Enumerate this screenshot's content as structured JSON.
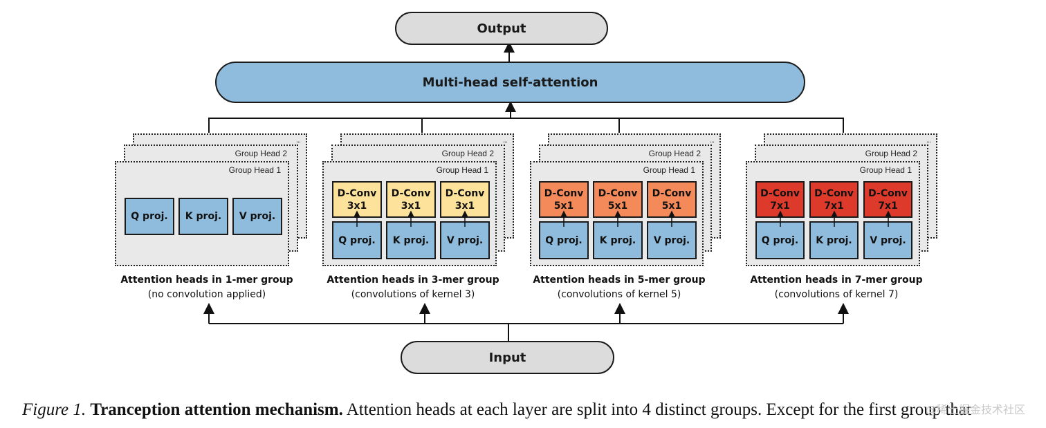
{
  "diagram": {
    "output_label": "Output",
    "mhsa_label": "Multi-head self-attention",
    "input_label": "Input",
    "group_head_1": "Group Head 1",
    "group_head_2": "Group Head 2",
    "ellipsis": "...",
    "groups": [
      {
        "caption_title": "Attention heads in 1-mer group",
        "caption_sub": "(no convolution applied)",
        "q": "Q proj.",
        "k": "K proj.",
        "v": "V proj."
      },
      {
        "caption_title": "Attention heads in 3-mer group",
        "caption_sub": "(convolutions of kernel 3)",
        "conv_name": "D-Conv",
        "conv_size": "3x1",
        "q": "Q proj.",
        "k": "K proj.",
        "v": "V proj.",
        "conv_color": "#fce29b"
      },
      {
        "caption_title": "Attention heads in 5-mer group",
        "caption_sub": "(convolutions of kernel 5)",
        "conv_name": "D-Conv",
        "conv_size": "5x1",
        "q": "Q proj.",
        "k": "K proj.",
        "v": "V proj.",
        "conv_color": "#f4895a"
      },
      {
        "caption_title": "Attention heads in 7-mer group",
        "caption_sub": "(convolutions of kernel 7)",
        "conv_name": "D-Conv",
        "conv_size": "7x1",
        "q": "Q proj.",
        "k": "K proj.",
        "v": "V proj.",
        "conv_color": "#dd3a2c"
      }
    ],
    "colors": {
      "pill_gray": "#dcdcdc",
      "mhsa_blue": "#8fbbdc",
      "proj_blue": "#8fbbdc"
    }
  },
  "caption": {
    "fig_label": "Figure 1.",
    "fig_title": "Tranception attention mechanism.",
    "fig_text": "Attention heads at each layer are split into 4 distinct groups. Except for the first group that"
  },
  "watermark": "@稀土掘金技术社区"
}
